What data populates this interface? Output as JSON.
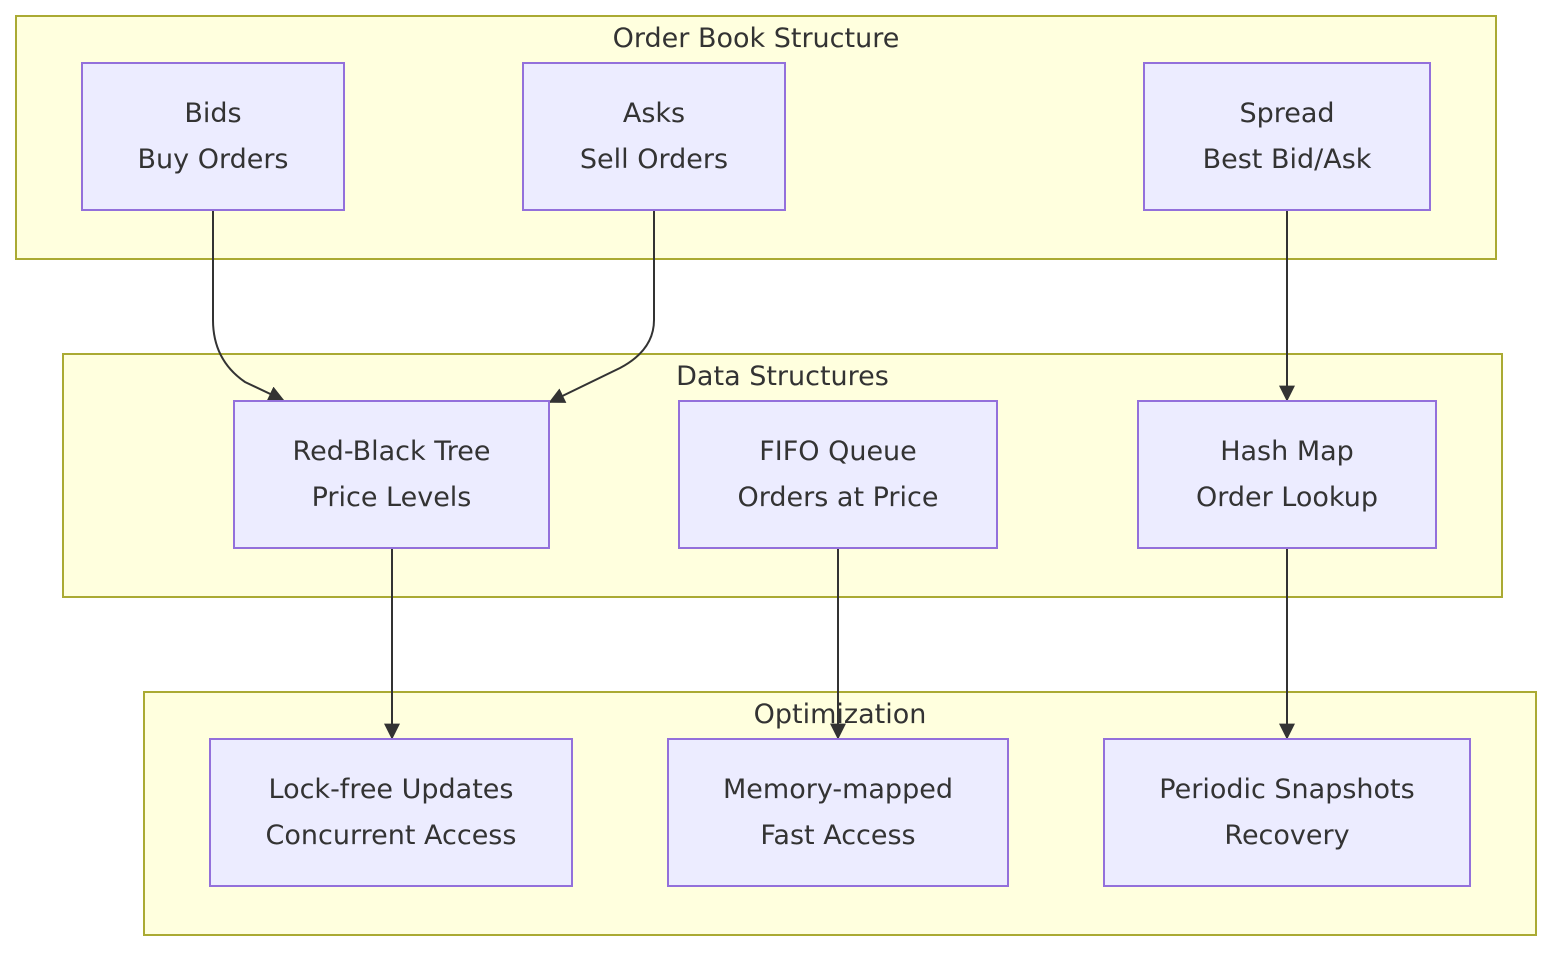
{
  "colors": {
    "cluster_fill": "#ffffde",
    "cluster_border": "#aaaa33",
    "node_fill": "#ececff",
    "node_border": "#9370db",
    "edge": "#333333",
    "text": "#333333"
  },
  "clusters": {
    "order_book": {
      "title": "Order Book Structure"
    },
    "data_structures": {
      "title": "Data Structures"
    },
    "optimization": {
      "title": "Optimization"
    }
  },
  "nodes": {
    "bids": {
      "line1": "Bids",
      "line2": "Buy Orders"
    },
    "asks": {
      "line1": "Asks",
      "line2": "Sell Orders"
    },
    "spread": {
      "line1": "Spread",
      "line2": "Best Bid/Ask"
    },
    "rbtree": {
      "line1": "Red-Black Tree",
      "line2": "Price Levels"
    },
    "fifo": {
      "line1": "FIFO Queue",
      "line2": "Orders at Price"
    },
    "hashmap": {
      "line1": "Hash Map",
      "line2": "Order Lookup"
    },
    "lockfree": {
      "line1": "Lock-free Updates",
      "line2": "Concurrent Access"
    },
    "mmap": {
      "line1": "Memory-mapped",
      "line2": "Fast Access"
    },
    "snapshots": {
      "line1": "Periodic Snapshots",
      "line2": "Recovery"
    }
  },
  "edges": [
    {
      "from": "bids",
      "to": "rbtree"
    },
    {
      "from": "asks",
      "to": "rbtree"
    },
    {
      "from": "spread",
      "to": "hashmap"
    },
    {
      "from": "rbtree",
      "to": "lockfree"
    },
    {
      "from": "fifo",
      "to": "mmap"
    },
    {
      "from": "hashmap",
      "to": "snapshots"
    }
  ]
}
